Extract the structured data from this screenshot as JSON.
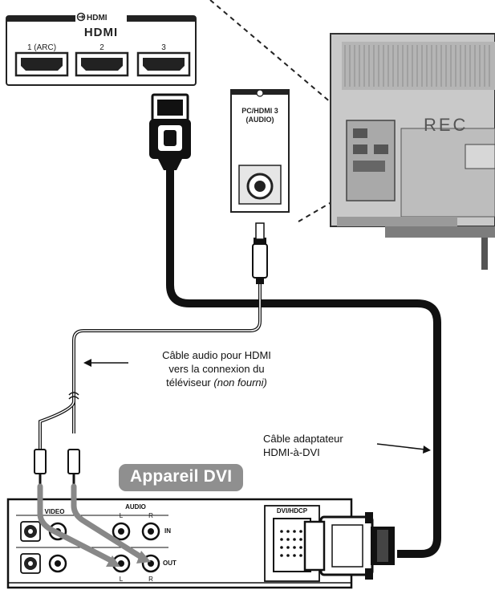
{
  "hdmi_panel": {
    "header": "HDMI",
    "logo": "HDMI",
    "ports": [
      "1 (ARC)",
      "2",
      "3"
    ]
  },
  "audio_jack_panel": {
    "line1": "PC/HDMI 3",
    "line2": "(AUDIO)"
  },
  "tv_logo_fragment": "REC",
  "audio_cable_caption": {
    "line1": "Câble audio pour HDMI",
    "line2": "vers la connexion du",
    "line3": "téléviseur",
    "line3_italic": "(non fourni)"
  },
  "adapter_cable_caption": {
    "line1": "Câble adaptateur",
    "line2": "HDMI-à-DVI"
  },
  "device_badge": "Appareil DVI",
  "dvi_device": {
    "video_label": "VIDEO",
    "audio_label": "AUDIO",
    "left_top": "L",
    "right_top": "R",
    "in_label": "IN",
    "out_label": "OUT",
    "left_bottom": "L",
    "right_bottom": "R",
    "dvi_port_label": "DVI/HDCP"
  }
}
